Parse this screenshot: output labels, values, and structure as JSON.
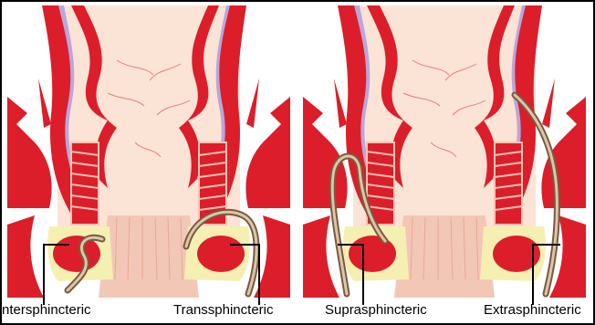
{
  "labels": {
    "intersphincteric": "ntersphincteric",
    "transsphincteric": "Transsphincteric",
    "suprasphincteric": "Suprasphincteric",
    "extrasphincteric": "Extrasphincteric"
  },
  "colors": {
    "muscle_red": "#dc1e2a",
    "mucosa_pink": "#f6c4b4",
    "lumen_pink": "#fbe0d2",
    "submucosa_lilac": "#b8a6d8",
    "fat_yellow": "#f6efb2",
    "tract_brown": "#8a6b4e",
    "tract_core": "#d9c3a4",
    "pointer_black": "#000000",
    "frame_black": "#000000"
  },
  "icons": [
    "anal-canal-cross-section-left",
    "anal-canal-cross-section-right"
  ]
}
